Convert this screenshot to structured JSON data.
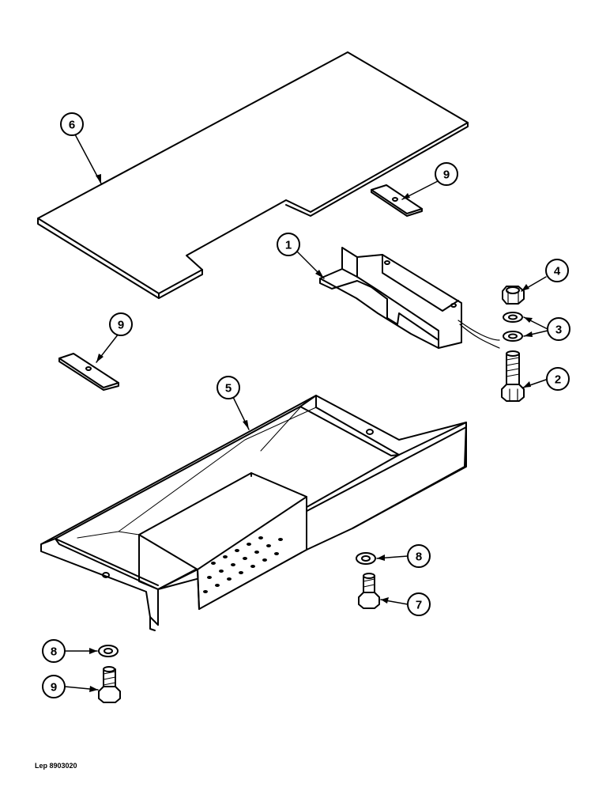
{
  "footer": {
    "code": "Lep 8903020"
  },
  "callouts": {
    "c1": "1",
    "c2": "2",
    "c3": "3",
    "c4": "4",
    "c5": "5",
    "c6": "6",
    "c7": "7",
    "c8a": "8",
    "c8b": "8",
    "c9a": "9",
    "c9b": "9",
    "c9c": "9"
  },
  "colors": {
    "ink": "#000000",
    "paper": "#ffffff"
  }
}
